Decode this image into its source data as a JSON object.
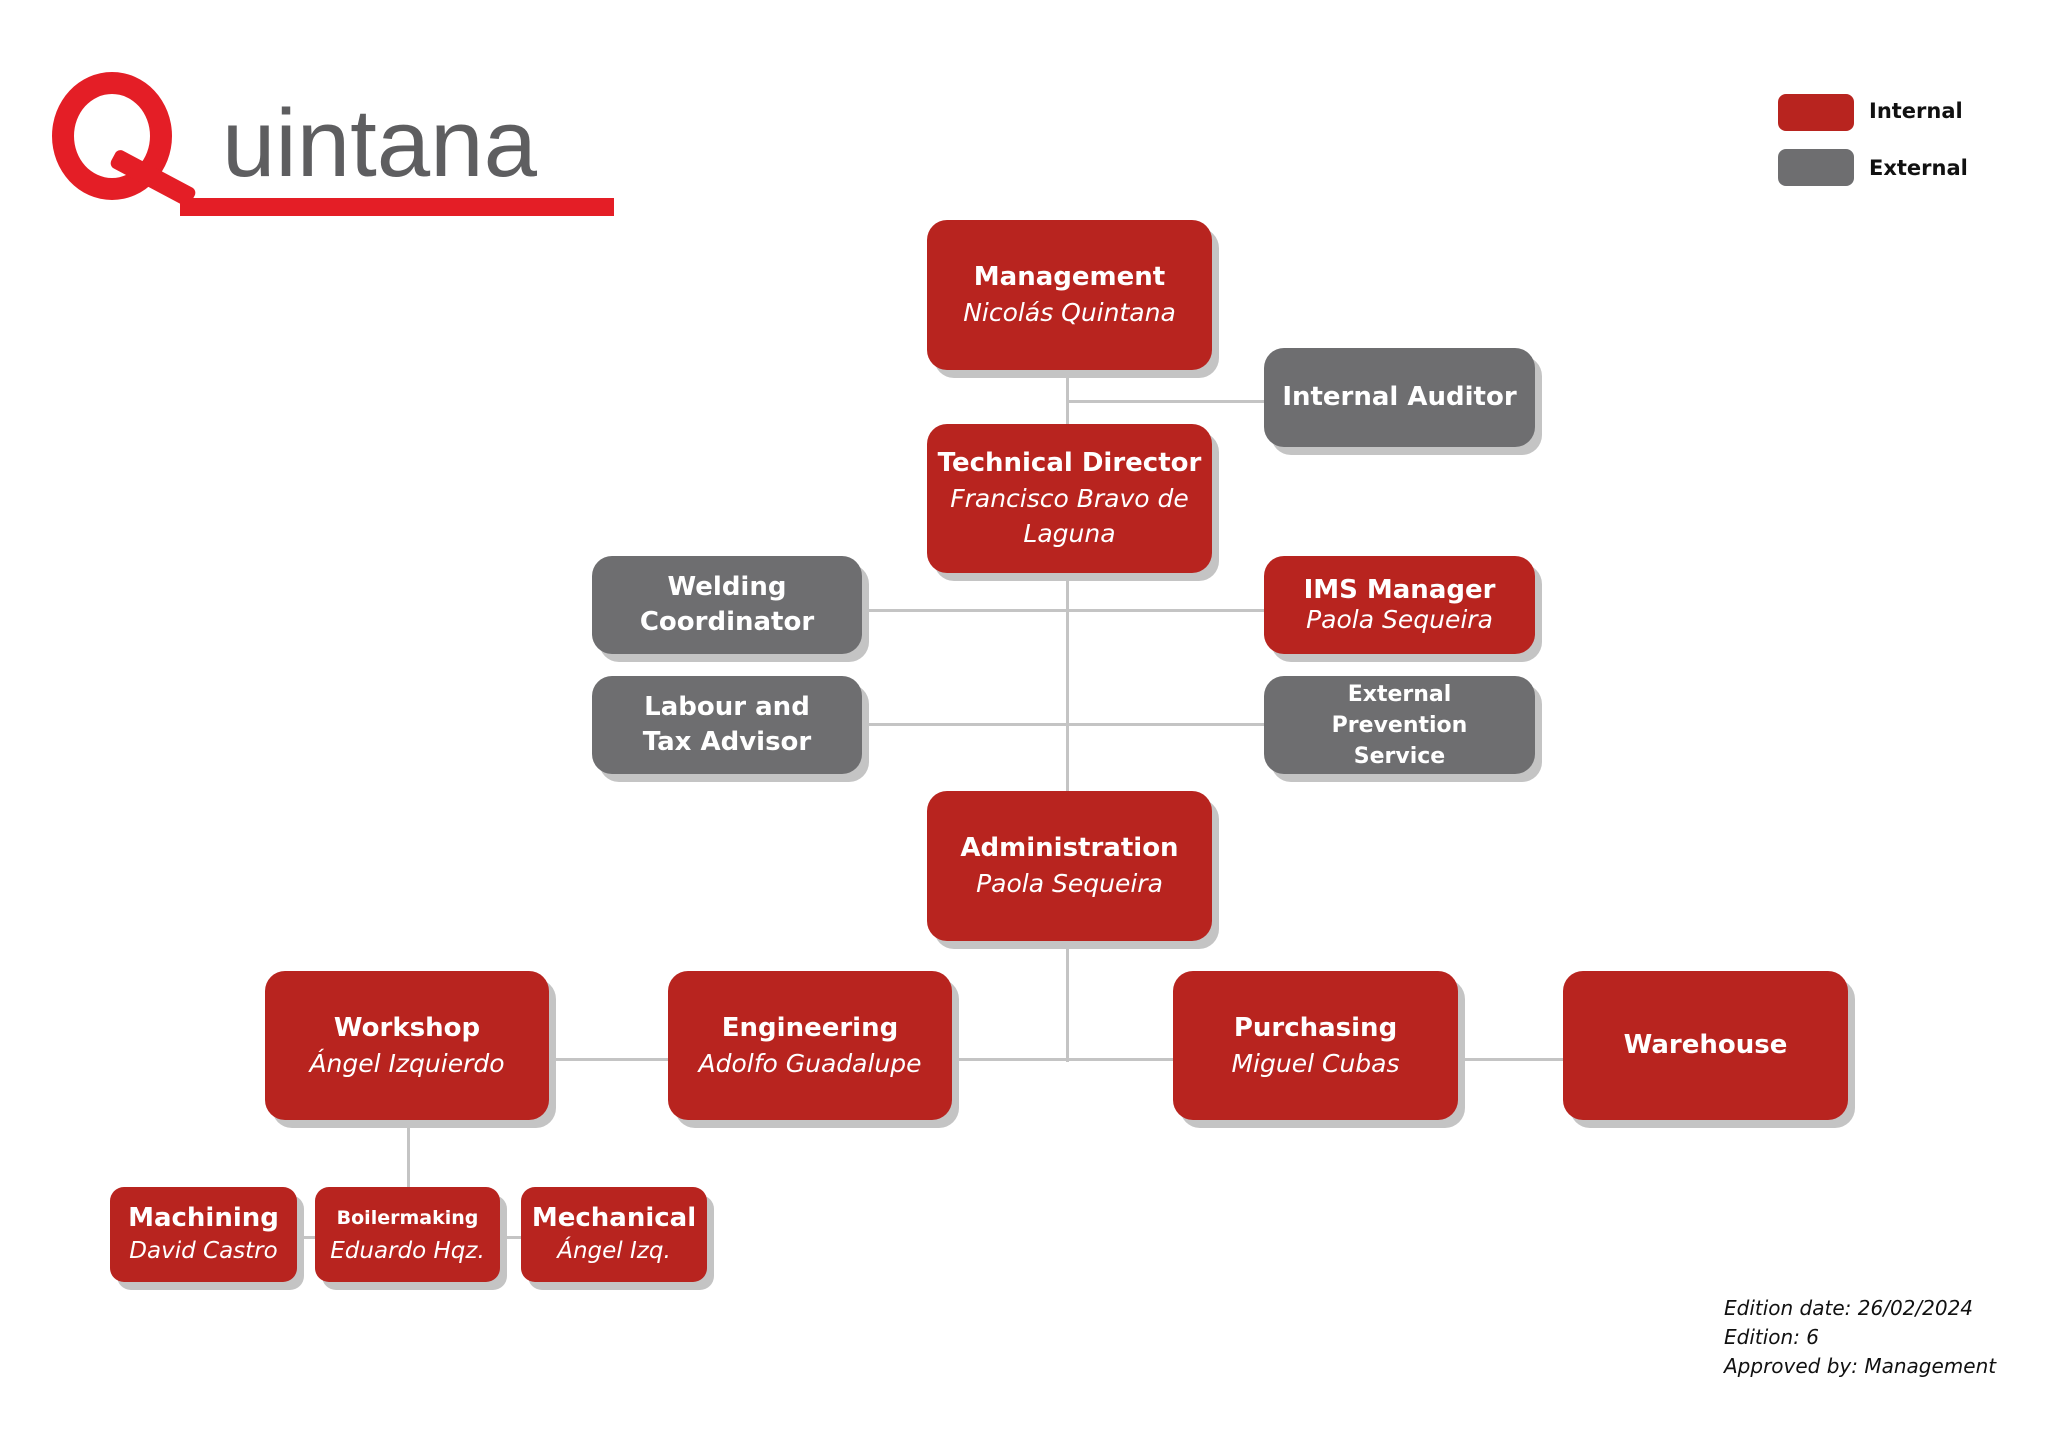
{
  "logo": {
    "text": "Quintana",
    "letter": "Q",
    "rest": "uintana"
  },
  "colors": {
    "internal": "#b8241f",
    "external": "#6e6e70",
    "line": "#c4c4c4",
    "brand": "#e41e26"
  },
  "legend": {
    "internal": "Internal",
    "external": "External"
  },
  "nodes": {
    "management": {
      "title": "Management",
      "name": "Nicolás Quintana",
      "type": "internal"
    },
    "internal_auditor": {
      "title": "Internal Auditor",
      "type": "external"
    },
    "technical_director": {
      "title": "Technical Director",
      "name": "Francisco Bravo de Laguna",
      "type": "internal"
    },
    "welding": {
      "title": "Welding Coordinator",
      "type": "external"
    },
    "ims": {
      "title": "IMS Manager",
      "name": "Paola Sequeira",
      "type": "internal"
    },
    "labour": {
      "title": "Labour and Tax Advisor",
      "type": "external"
    },
    "prevention": {
      "title": "External Prevention Service",
      "type": "external"
    },
    "administration": {
      "title": "Administration",
      "name": "Paola Sequeira",
      "type": "internal"
    },
    "workshop": {
      "title": "Workshop",
      "name": "Ángel Izquierdo",
      "type": "internal"
    },
    "engineering": {
      "title": "Engineering",
      "name": "Adolfo Guadalupe",
      "type": "internal"
    },
    "purchasing": {
      "title": "Purchasing",
      "name": "Miguel Cubas",
      "type": "internal"
    },
    "warehouse": {
      "title": "Warehouse",
      "type": "internal"
    },
    "machining": {
      "title": "Machining",
      "name": "David Castro",
      "type": "internal"
    },
    "boilermaking": {
      "title": "Boilermaking",
      "name": "Eduardo Hqz.",
      "type": "internal"
    },
    "mechanical": {
      "title": "Mechanical",
      "name": "Ángel Izq.",
      "type": "internal"
    }
  },
  "edition": {
    "date": "Edition date: 26/02/2024",
    "number": "Edition: 6",
    "approved": "Approved by: Management"
  }
}
